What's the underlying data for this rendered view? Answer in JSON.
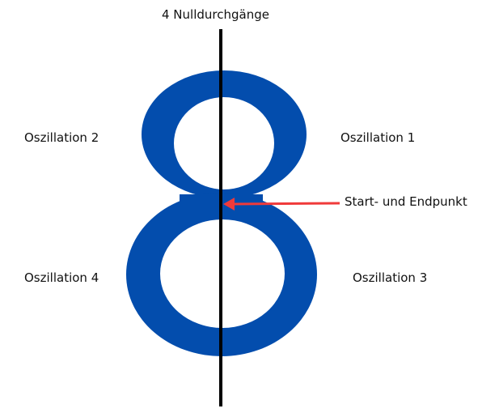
{
  "title": "4 Nulldurchgänge",
  "labels": {
    "osc1": "Oszillation 1",
    "osc2": "Oszillation 2",
    "osc3": "Oszillation 3",
    "osc4": "Oszillation 4",
    "start": "Start- und Endpunkt"
  },
  "colors": {
    "figure": "#034DAD",
    "arrow": "#F03A3A",
    "axis": "#000000"
  }
}
